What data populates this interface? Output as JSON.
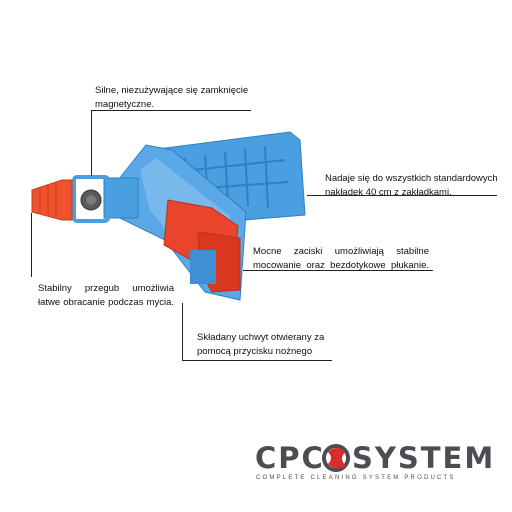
{
  "callouts": {
    "magnetic": "Silne, niezużywające się zamknięcie magnetyczne.",
    "fits_pads": "Nadaje się do wszystkich standardowych nakładek 40 cm z zakładkami.",
    "clamps": "Mocne zaciski umożliwiają stabilne mocowanie  oraz bezdotykowe płukanie.",
    "hinge": "Stabilny przegub umożliwia łatwe obracanie podczas mycia.",
    "foot_button": "Składany uchwyt otwierany za pomocą przycisku nożnego"
  },
  "logo": {
    "word_left": "CPC",
    "word_right": "SYSTEM",
    "tagline": "COMPLETE CLEANING SYSTEM PRODUCTS"
  },
  "colors": {
    "frame_blue": "#4a9fe0",
    "frame_blue_dark": "#2f7fc4",
    "clamp_red": "#e8452c",
    "connector_orange": "#f0522e",
    "logo_grey": "#4a4d52"
  }
}
